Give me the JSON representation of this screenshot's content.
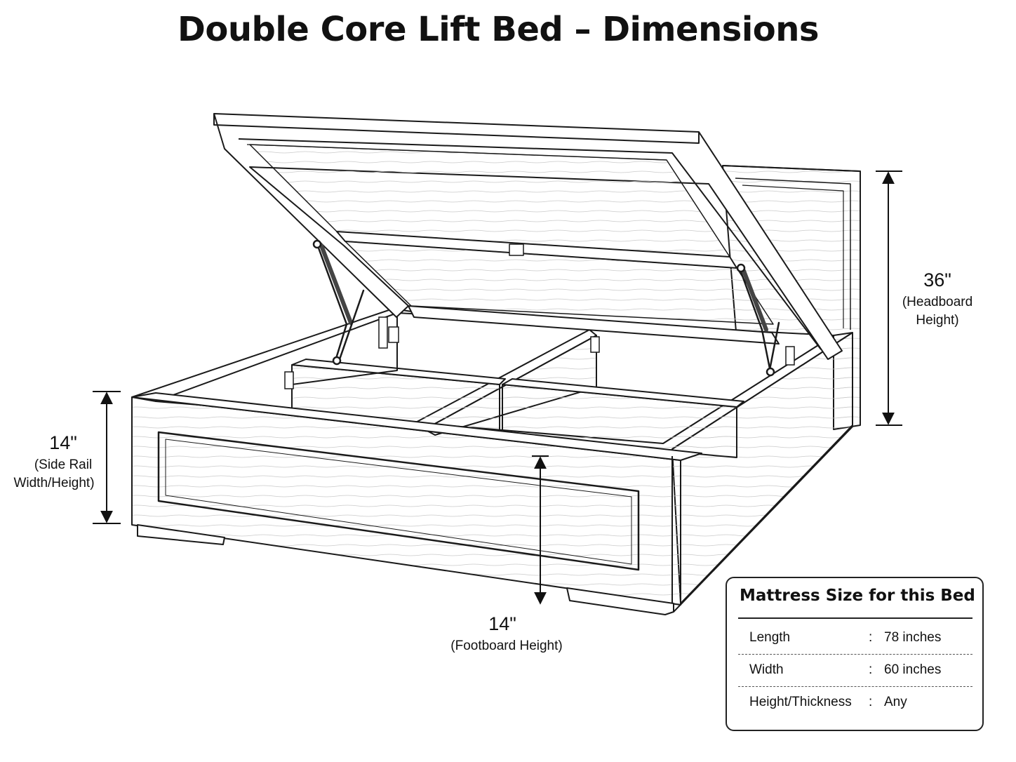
{
  "title": "Double Core Lift Bed – Dimensions",
  "dimensions": {
    "headboard": {
      "value": "36\"",
      "note_line1": "(Headboard",
      "note_line2": "Height)"
    },
    "side_rail": {
      "value": "14\"",
      "note_line1": "(Side Rail",
      "note_line2": "Width/Height)"
    },
    "footboard": {
      "value": "14\"",
      "note": "(Footboard Height)"
    }
  },
  "mattress": {
    "title": "Mattress Size for this Bed",
    "rows": [
      {
        "label": "Length",
        "sep": ":",
        "value": "78 inches"
      },
      {
        "label": "Width",
        "sep": ":",
        "value": "60 inches"
      },
      {
        "label": "Height/Thickness",
        "sep": ":",
        "value": "Any"
      }
    ]
  }
}
